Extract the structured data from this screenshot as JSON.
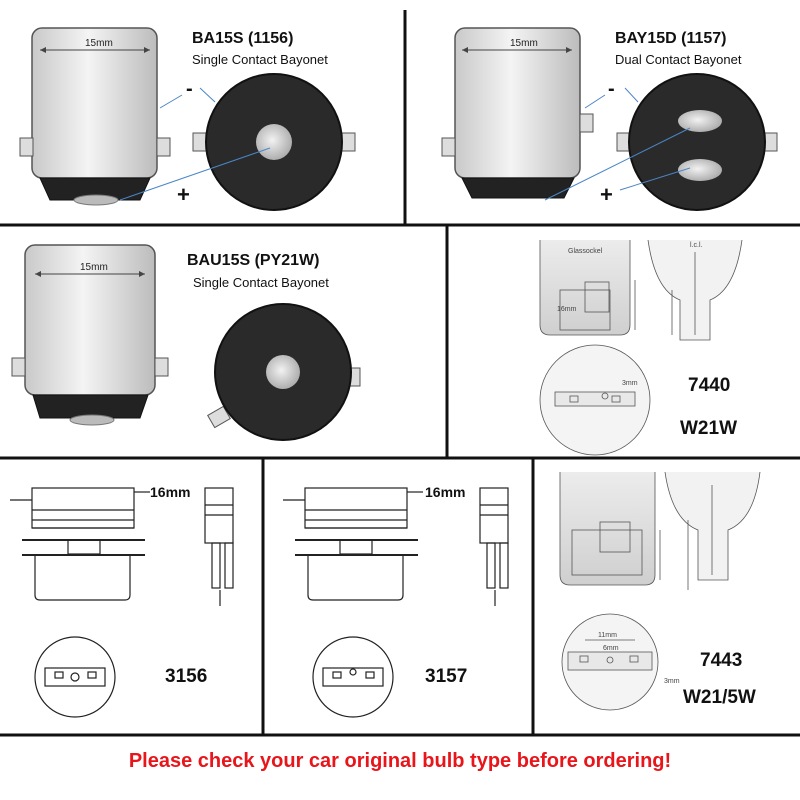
{
  "colors": {
    "footer": "#e8151b",
    "border": "#111111",
    "socket": "#2a2a2a",
    "contact": "#d8d8d8",
    "arrow": "#4a86c8"
  },
  "panels": {
    "ba15s": {
      "title": "BA15S (1156)",
      "subtitle": "Single Contact Bayonet",
      "width_label": "15mm",
      "minus": "-",
      "plus": "+"
    },
    "bay15d": {
      "title": "BAY15D (1157)",
      "subtitle": "Dual Contact Bayonet",
      "width_label": "15mm",
      "minus": "-",
      "plus": "+"
    },
    "bau15s": {
      "title": "BAU15S (PY21W)",
      "subtitle": "Single Contact Bayonet",
      "width_label": "15mm"
    },
    "w21w": {
      "code": "7440",
      "name": "W21W",
      "label_glass": "Glassockel",
      "label_lcl": "l.c.l.",
      "label_16mm": "16mm",
      "label_3mm": "3mm"
    },
    "t3156": {
      "code": "3156",
      "width_label": "16mm"
    },
    "t3157": {
      "code": "3157",
      "width_label": "16mm"
    },
    "w21_5w": {
      "code": "7443",
      "name": "W21/5W",
      "label_11mm": "11mm",
      "label_6mm": "6mm",
      "label_3mm": "3mm"
    }
  },
  "footer": {
    "text": "Please check your car original bulb type before ordering!"
  }
}
